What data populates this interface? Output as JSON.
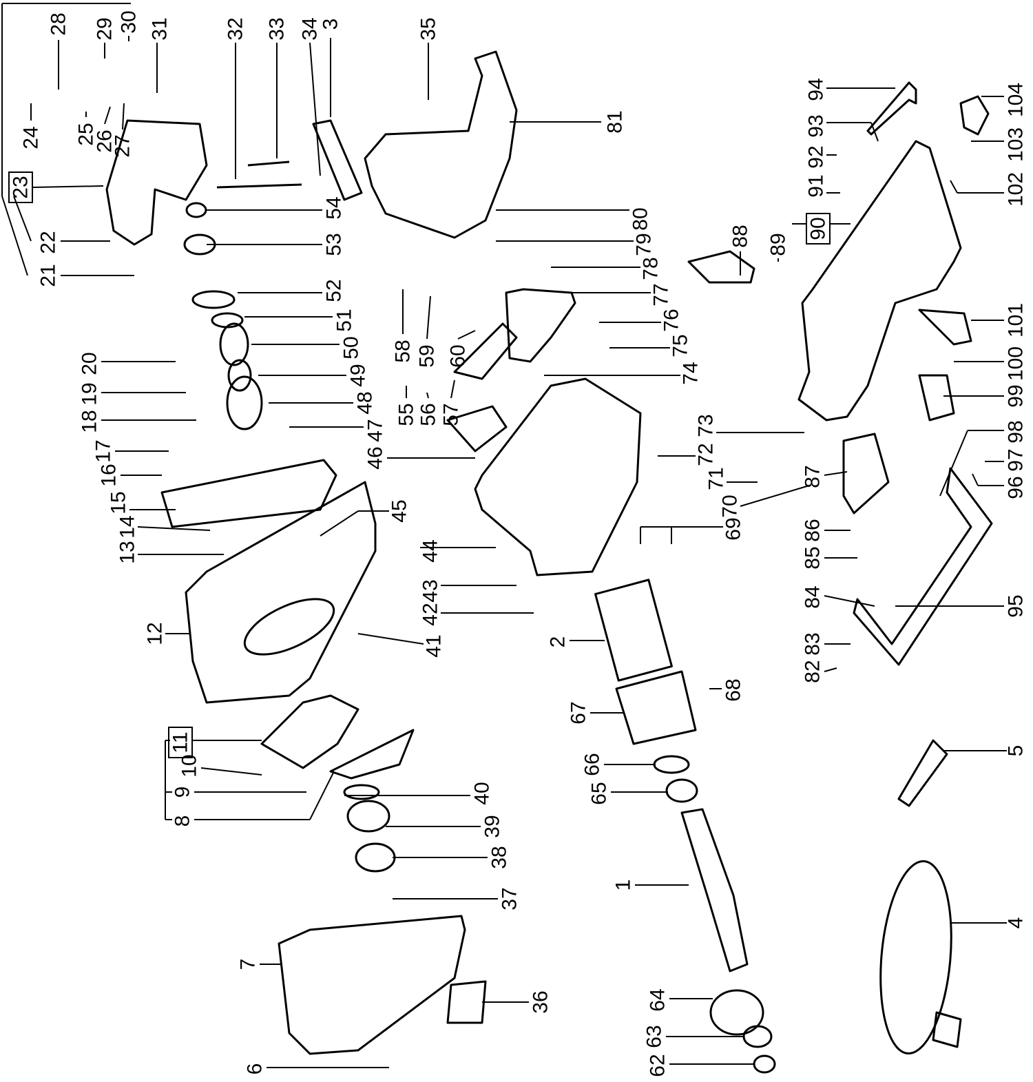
{
  "diagram": {
    "type": "exploded-parts-diagram",
    "labels": [
      {
        "id": "1"
      },
      {
        "id": "2"
      },
      {
        "id": "3"
      },
      {
        "id": "4"
      },
      {
        "id": "5"
      },
      {
        "id": "6"
      },
      {
        "id": "7"
      },
      {
        "id": "8"
      },
      {
        "id": "9"
      },
      {
        "id": "10"
      },
      {
        "id": "11",
        "boxed": true
      },
      {
        "id": "12"
      },
      {
        "id": "13"
      },
      {
        "id": "14"
      },
      {
        "id": "15"
      },
      {
        "id": "16"
      },
      {
        "id": "17"
      },
      {
        "id": "18"
      },
      {
        "id": "19"
      },
      {
        "id": "20"
      },
      {
        "id": "21"
      },
      {
        "id": "22"
      },
      {
        "id": "23",
        "boxed": true
      },
      {
        "id": "24"
      },
      {
        "id": "25"
      },
      {
        "id": "26"
      },
      {
        "id": "27"
      },
      {
        "id": "28"
      },
      {
        "id": "29"
      },
      {
        "id": "30"
      },
      {
        "id": "31"
      },
      {
        "id": "32"
      },
      {
        "id": "33"
      },
      {
        "id": "34"
      },
      {
        "id": "35"
      },
      {
        "id": "36"
      },
      {
        "id": "37"
      },
      {
        "id": "38"
      },
      {
        "id": "39"
      },
      {
        "id": "40"
      },
      {
        "id": "41"
      },
      {
        "id": "42"
      },
      {
        "id": "43"
      },
      {
        "id": "44"
      },
      {
        "id": "45"
      },
      {
        "id": "46"
      },
      {
        "id": "47"
      },
      {
        "id": "48"
      },
      {
        "id": "49"
      },
      {
        "id": "50"
      },
      {
        "id": "51"
      },
      {
        "id": "52"
      },
      {
        "id": "53"
      },
      {
        "id": "54"
      },
      {
        "id": "55"
      },
      {
        "id": "56"
      },
      {
        "id": "57"
      },
      {
        "id": "58"
      },
      {
        "id": "59"
      },
      {
        "id": "60"
      },
      {
        "id": "62"
      },
      {
        "id": "63"
      },
      {
        "id": "64"
      },
      {
        "id": "65"
      },
      {
        "id": "66"
      },
      {
        "id": "67"
      },
      {
        "id": "68"
      },
      {
        "id": "69"
      },
      {
        "id": "70"
      },
      {
        "id": "71"
      },
      {
        "id": "72"
      },
      {
        "id": "73"
      },
      {
        "id": "74"
      },
      {
        "id": "75"
      },
      {
        "id": "76"
      },
      {
        "id": "77"
      },
      {
        "id": "78"
      },
      {
        "id": "79"
      },
      {
        "id": "80"
      },
      {
        "id": "81"
      },
      {
        "id": "82"
      },
      {
        "id": "83"
      },
      {
        "id": "84"
      },
      {
        "id": "85"
      },
      {
        "id": "86"
      },
      {
        "id": "87"
      },
      {
        "id": "88"
      },
      {
        "id": "89"
      },
      {
        "id": "90",
        "boxed": true
      },
      {
        "id": "91"
      },
      {
        "id": "92"
      },
      {
        "id": "93"
      },
      {
        "id": "94"
      },
      {
        "id": "95"
      },
      {
        "id": "96"
      },
      {
        "id": "97"
      },
      {
        "id": "98"
      },
      {
        "id": "99"
      },
      {
        "id": "100"
      },
      {
        "id": "101"
      },
      {
        "id": "102"
      },
      {
        "id": "103"
      },
      {
        "id": "104"
      }
    ]
  }
}
